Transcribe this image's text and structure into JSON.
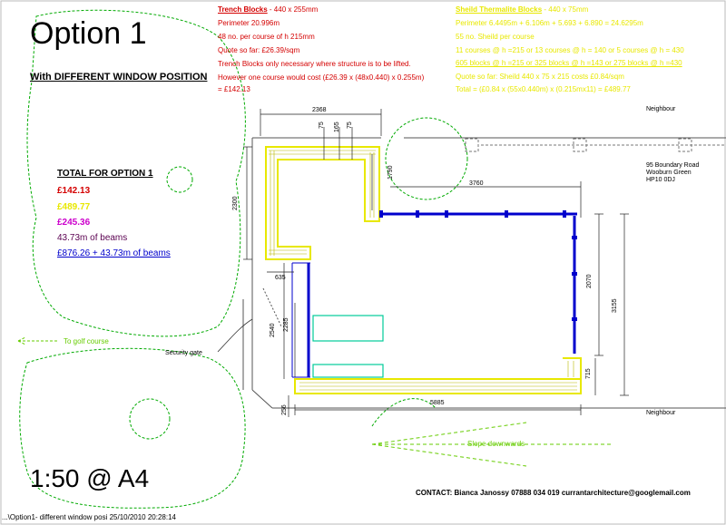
{
  "title": "Option 1",
  "subtitle": "With DIFFERENT WINDOW POSITION",
  "scale_label": "1:50 @ A4",
  "contact": "CONTACT:  Bianca Janossy 07888 034 019  currantarchitecture@googlemail.com",
  "footer": "...\\Option1- different window posi  25/10/2010 20:28:14",
  "trench_blocks": {
    "heading": "Trench Blocks",
    "heading_rest": " - 440 x 255mm",
    "lines": [
      "Perimeter 20.996m",
      "48 no. per course of h 215mm",
      "Quote so far: £26.39/sqm",
      "Trench Blocks only necessary where structure is to be lifted.",
      "However one course would cost (£26.39 x (48x0.440) x 0.255m)",
      "= £142.13"
    ]
  },
  "shield_blocks": {
    "heading": "Sheild Thermalite Blocks",
    "heading_rest": " - 440 x 75mm",
    "lines": [
      "Perimeter 6.4495m + 6.106m + 5.693 + 6.890 = 24.6295m",
      "55 no. Sheild per course",
      "11 courses @ h =215 or 13 courses @ h = 140 or 5 courses @ h = 430",
      "605 blocks @ h =215 or 325 blocks @ h =143 or 275 blocks @ h =430",
      "Quote so far: Sheild 440 x 75 x 215 costs £0.84/sqm",
      "Total = (£0.84 x (55x0.440m) x (0.215mx11) = £489.77"
    ]
  },
  "totals": {
    "heading": "TOTAL FOR OPTION 1",
    "items": [
      {
        "text": "£142.13",
        "color": "#d40000"
      },
      {
        "text": "£489.77",
        "color": "#e8e800"
      },
      {
        "text": "£245.36",
        "color": "#cc00cc"
      },
      {
        "text": "43.73m of beams",
        "color": "#5a0050"
      },
      {
        "text": "£876.26 + 43.73m of beams",
        "color": "#0000cc"
      }
    ]
  },
  "labels": {
    "neighbour_top": "Neighbour",
    "neighbour_bottom": "Neighbour",
    "address": [
      "95 Boundary Road",
      "Wooburn Green",
      "HP10 0DJ"
    ],
    "golf": "To golf course",
    "security_gate": "Security gate",
    "slope": "Slope downwards"
  },
  "dimensions": {
    "d2368": "2368",
    "d75a": "75",
    "d165": "165",
    "d75b": "75",
    "d1790": "1790",
    "d3760": "3760",
    "d2300": "2300",
    "d635": "635",
    "d2070": "2070",
    "d3155": "3155",
    "d2540": "2540",
    "d2285": "2285",
    "d715": "715",
    "d5885": "5885",
    "d256": "256"
  },
  "colors": {
    "trench": "#d40000",
    "shield": "#e8e800",
    "wall_blue": "#0000cc",
    "tree": "#00aa00",
    "cyan": "#00cc99",
    "slope": "#66cc00"
  }
}
